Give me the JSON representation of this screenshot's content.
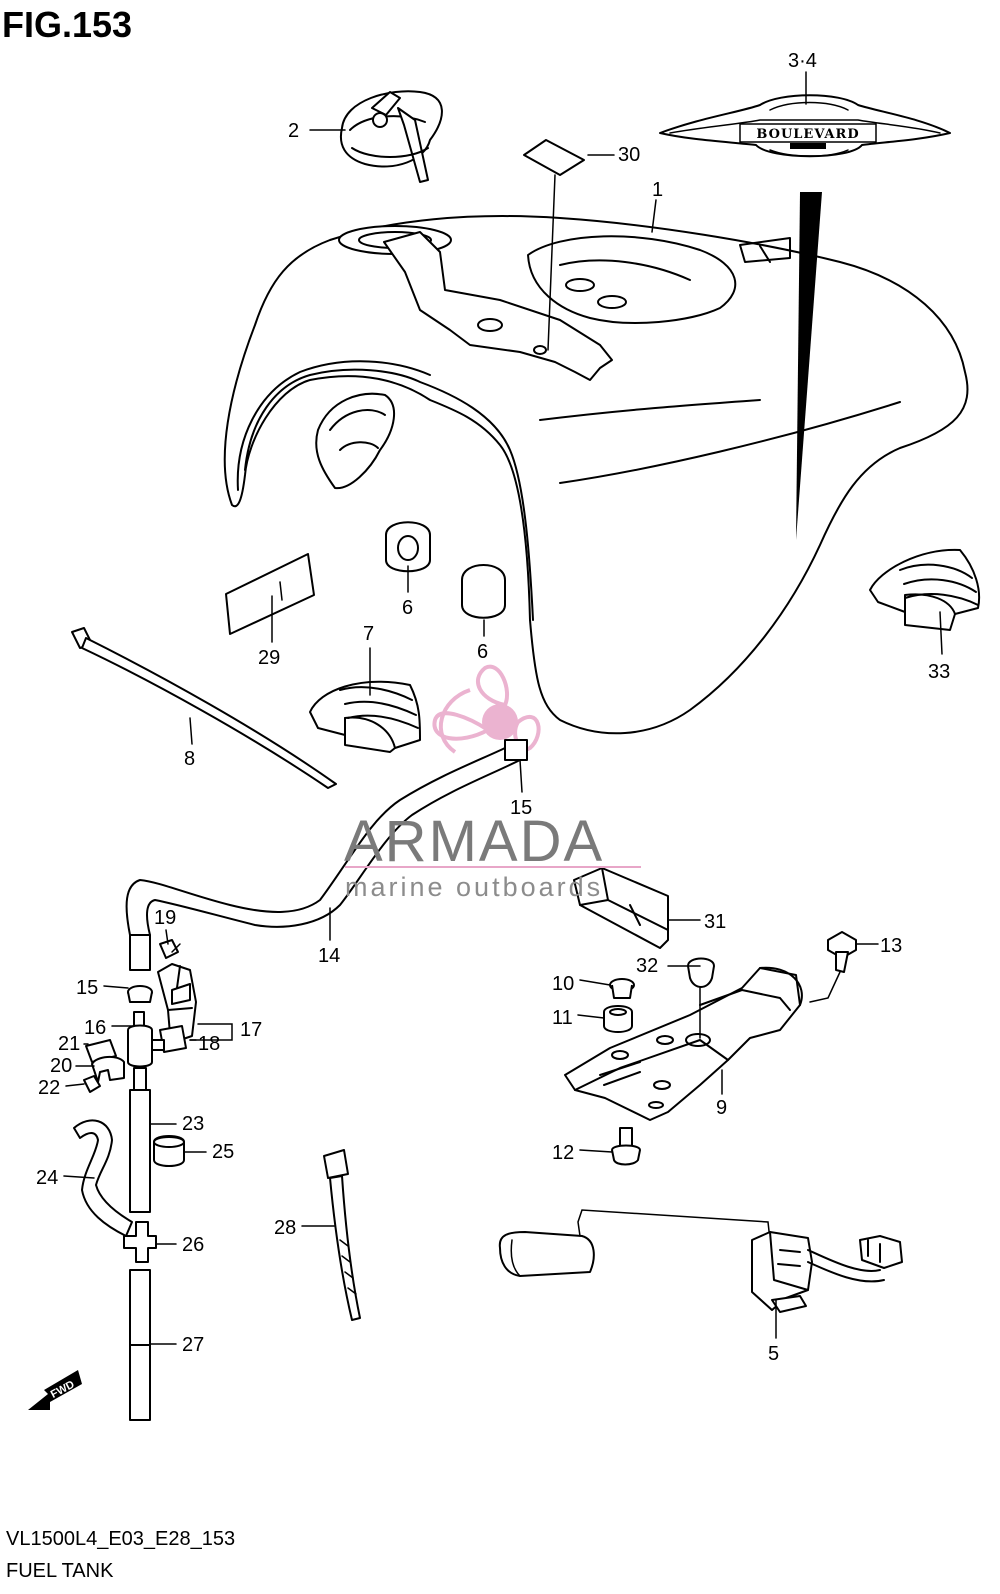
{
  "figure": {
    "title": "FIG.153",
    "code": "VL1500L4_E03_E28_153",
    "name": "FUEL TANK"
  },
  "emblem_text": "BOULEVARD",
  "forward_marker": "FWD",
  "watermark": {
    "brand": "ARMADA",
    "tagline": "marine outboards",
    "color": "#e8a6c8"
  },
  "callouts": [
    {
      "id": "1",
      "label": "1"
    },
    {
      "id": "2",
      "label": "2"
    },
    {
      "id": "3-4",
      "label": "3·4"
    },
    {
      "id": "5",
      "label": "5"
    },
    {
      "id": "6a",
      "label": "6"
    },
    {
      "id": "6b",
      "label": "6"
    },
    {
      "id": "7",
      "label": "7"
    },
    {
      "id": "8",
      "label": "8"
    },
    {
      "id": "9",
      "label": "9"
    },
    {
      "id": "10",
      "label": "10"
    },
    {
      "id": "11",
      "label": "11"
    },
    {
      "id": "12",
      "label": "12"
    },
    {
      "id": "13",
      "label": "13"
    },
    {
      "id": "14",
      "label": "14"
    },
    {
      "id": "15a",
      "label": "15"
    },
    {
      "id": "15b",
      "label": "15"
    },
    {
      "id": "16",
      "label": "16"
    },
    {
      "id": "17",
      "label": "17"
    },
    {
      "id": "18",
      "label": "18"
    },
    {
      "id": "19",
      "label": "19"
    },
    {
      "id": "20",
      "label": "20"
    },
    {
      "id": "21",
      "label": "21"
    },
    {
      "id": "22",
      "label": "22"
    },
    {
      "id": "23",
      "label": "23"
    },
    {
      "id": "24",
      "label": "24"
    },
    {
      "id": "25",
      "label": "25"
    },
    {
      "id": "26",
      "label": "26"
    },
    {
      "id": "27",
      "label": "27"
    },
    {
      "id": "28",
      "label": "28"
    },
    {
      "id": "29",
      "label": "29"
    },
    {
      "id": "30",
      "label": "30"
    },
    {
      "id": "31",
      "label": "31"
    },
    {
      "id": "32",
      "label": "32"
    },
    {
      "id": "33",
      "label": "33"
    }
  ]
}
